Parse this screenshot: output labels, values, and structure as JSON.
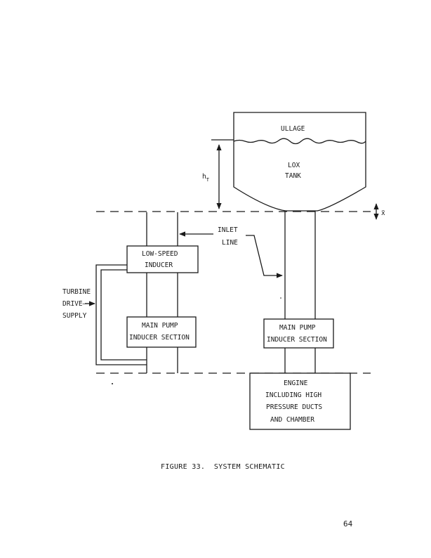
{
  "diagram": {
    "tank": {
      "ullage": "ULLAGE",
      "lox": "LOX",
      "tank": "TANK"
    },
    "h_t": {
      "h": "h",
      "sub": "T"
    },
    "x_ddot": "ẍ",
    "inlet_line": {
      "line1": "INLET",
      "line2": "LINE"
    },
    "low_speed_inducer": {
      "line1": "LOW-SPEED",
      "line2": "INDUCER"
    },
    "turbine_drive_supply": {
      "line1": "TURBINE",
      "line2": "DRIVE—",
      "line3": "SUPPLY"
    },
    "main_pump_left": {
      "line1": "MAIN PUMP",
      "line2": "INDUCER SECTION"
    },
    "main_pump_right": {
      "line1": "MAIN PUMP",
      "line2": "INDUCER SECTION"
    },
    "engine": {
      "line1": "ENGINE",
      "line2": "INCLUDING HIGH",
      "line3": "PRESSURE DUCTS",
      "line4": "AND CHAMBER"
    }
  },
  "caption": "FIGURE 33.  SYSTEM SCHEMATIC",
  "page_number": "64"
}
